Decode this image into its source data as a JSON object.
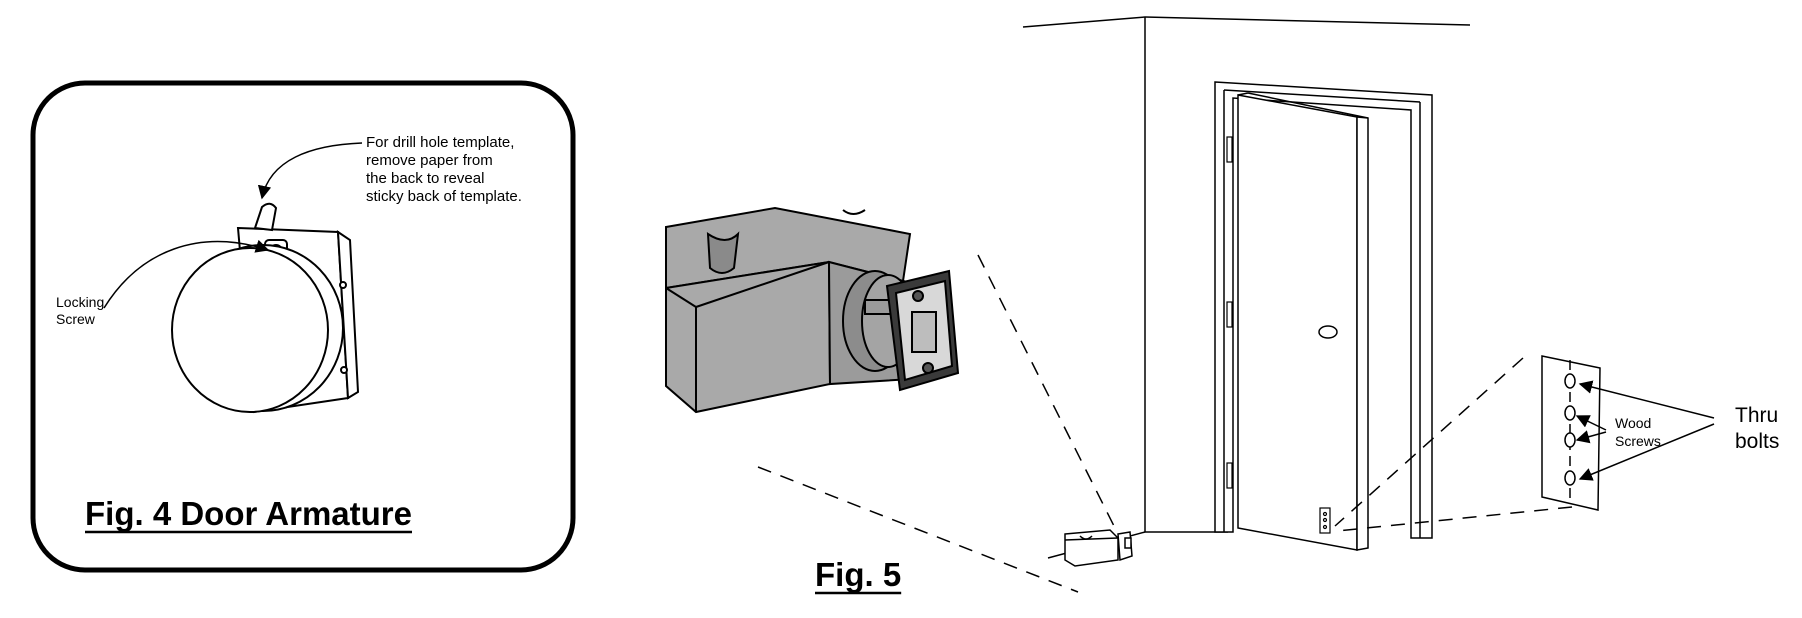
{
  "fig4": {
    "title": "Fig. 4  Door Armature",
    "note_lines": [
      "For drill hole template,",
      "remove paper from",
      "the back to reveal",
      "sticky back of template."
    ],
    "locking_screw_lines": [
      "Locking",
      "Screw"
    ]
  },
  "fig5": {
    "title": "Fig. 5",
    "wood_screws_lines": [
      "Wood",
      "Screws"
    ],
    "thru_bolts_lines": [
      "Thru",
      "bolts"
    ]
  }
}
